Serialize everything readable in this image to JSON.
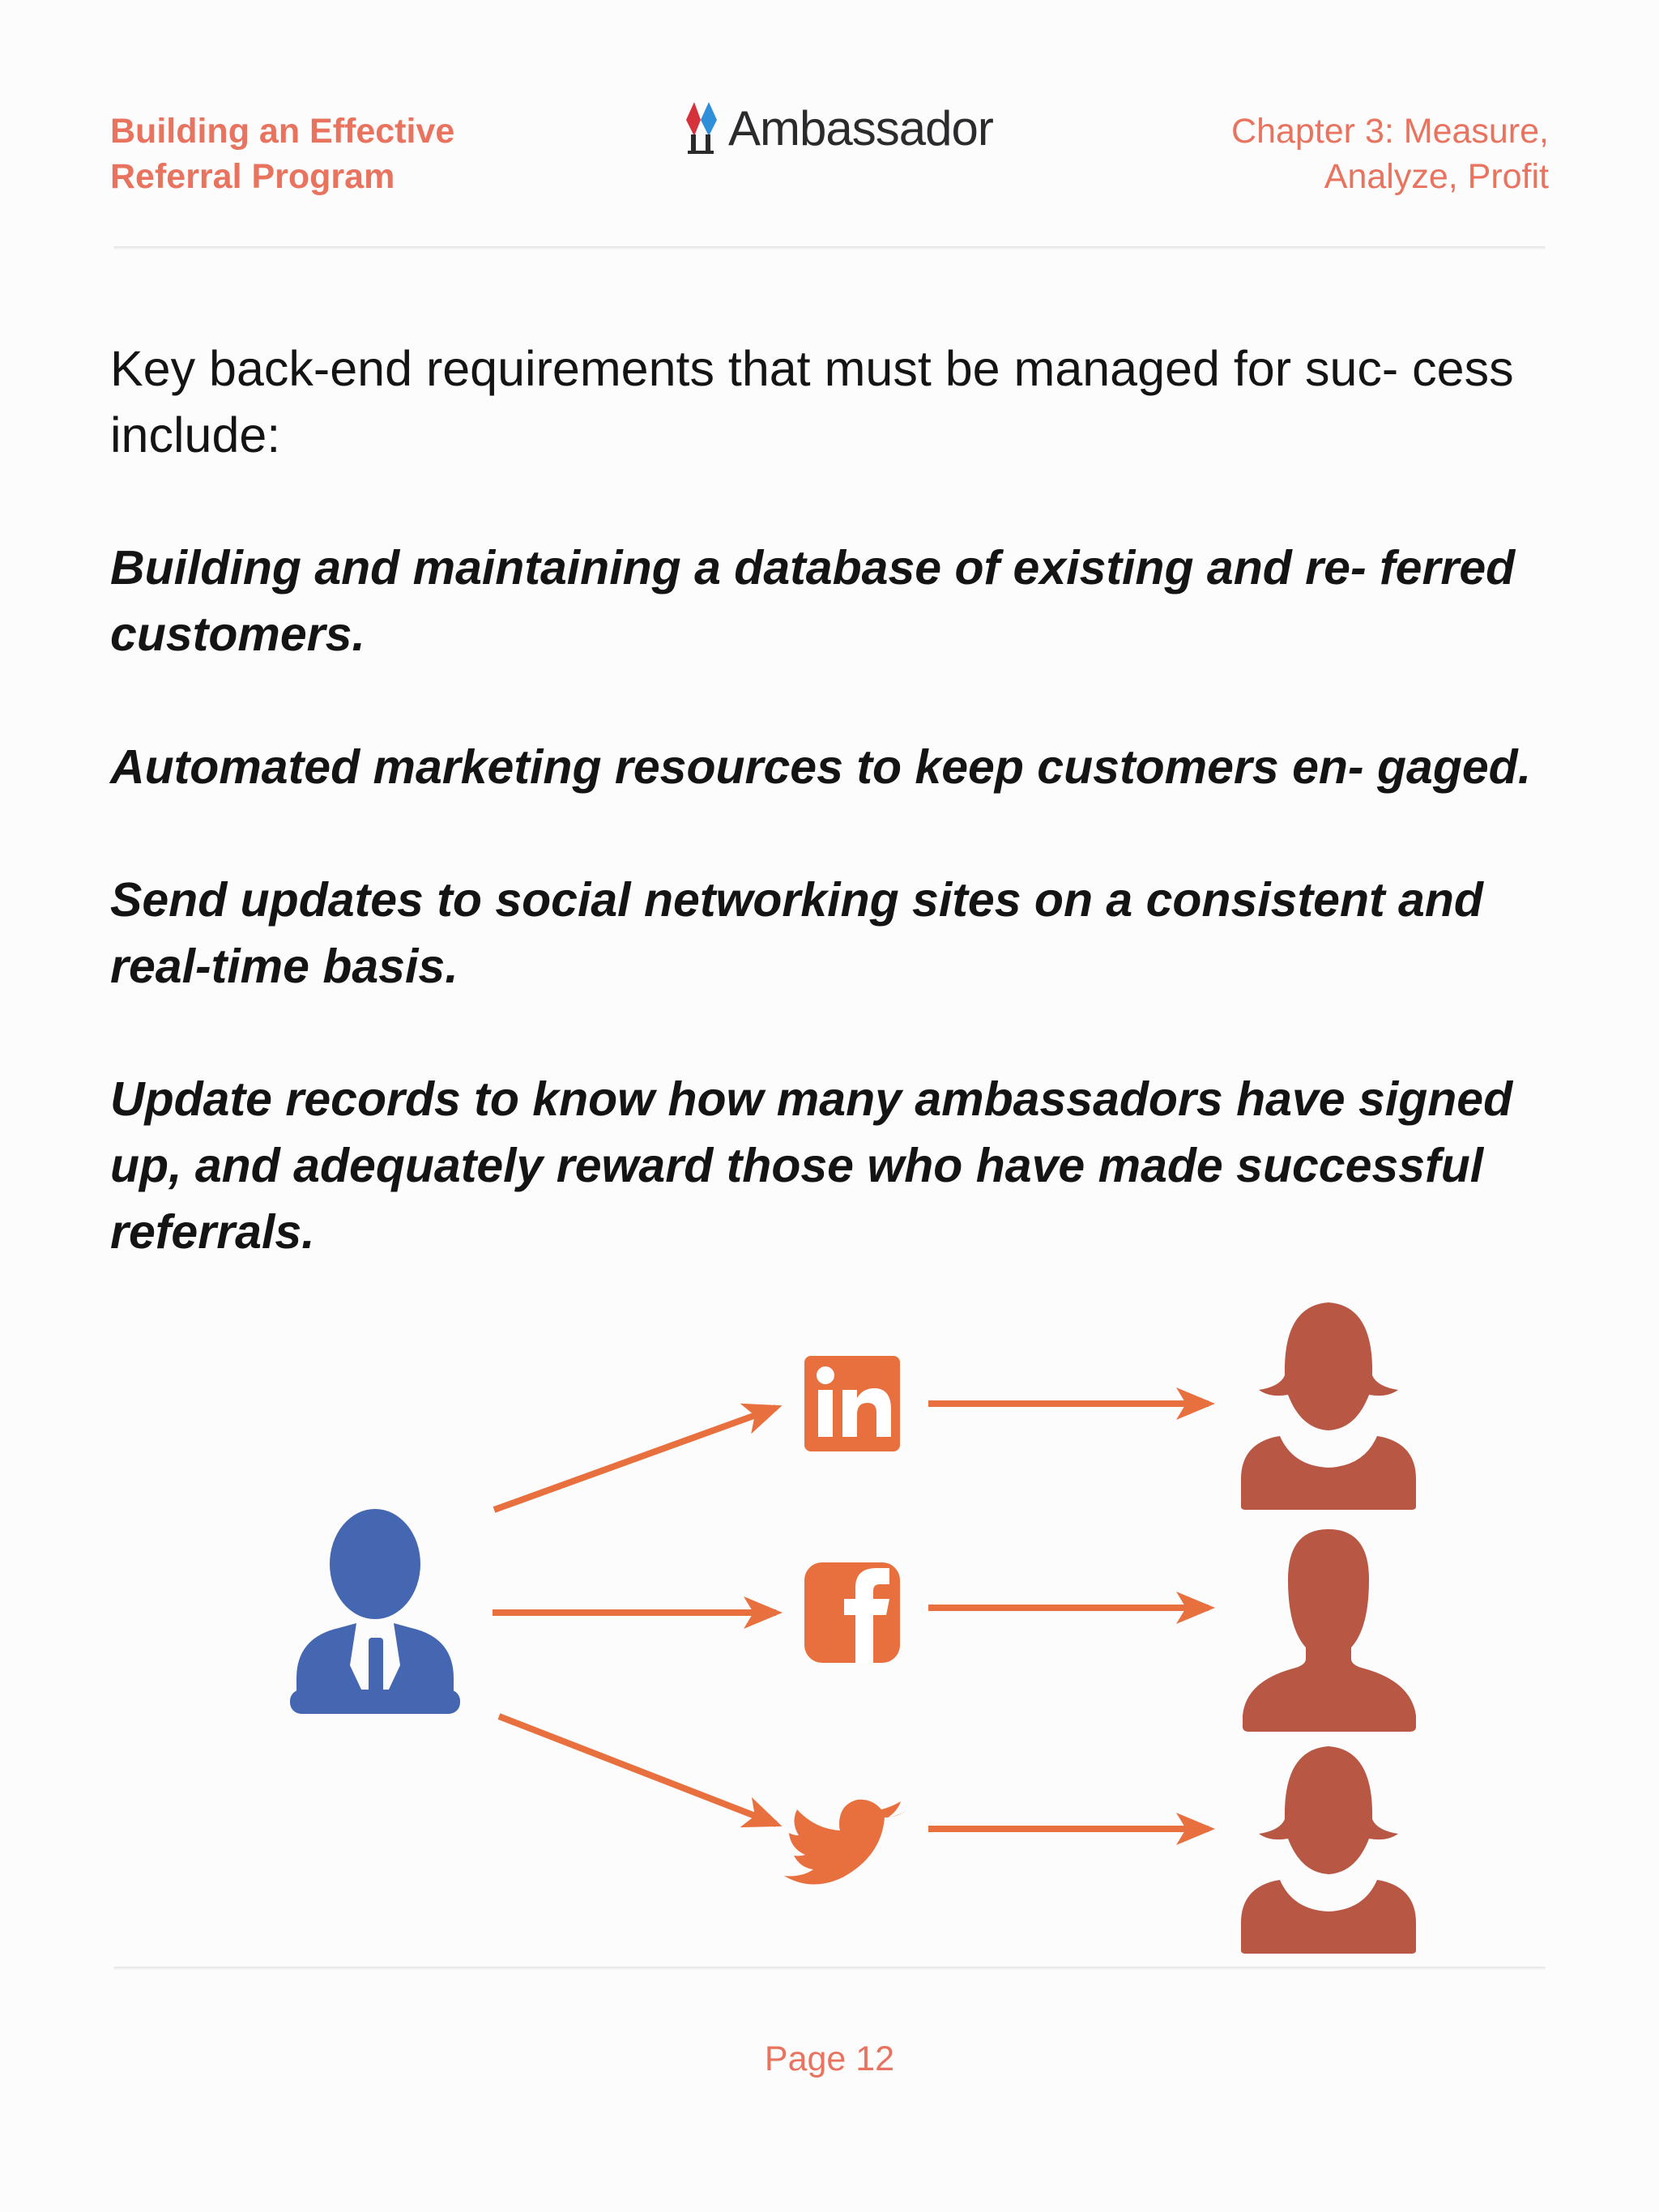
{
  "header": {
    "left_line1": "Building an Effective",
    "left_line2": "Referral Program",
    "brand_name": "Ambassador",
    "right_line1": "Chapter 3: Measure,",
    "right_line2": "Analyze, Profit"
  },
  "body": {
    "intro": "Key back-end requirements that must be managed for suc- cess include:",
    "requirements": [
      "Building and maintaining a database of existing and re- ferred customers.",
      "Automated marketing resources to keep customers en- gaged.",
      "Send updates to social networking sites on a consistent and real-time basis.",
      "Update records to know how many ambassadors have signed up, and adequately reward those who have made successful referrals."
    ]
  },
  "diagram": {
    "icons": {
      "source": "businessman-icon",
      "channels": [
        "linkedin-icon",
        "facebook-icon",
        "twitter-icon"
      ],
      "recipients": [
        "female-user-icon",
        "male-user-icon",
        "female-user-icon"
      ]
    },
    "colors": {
      "source": "#4566b0",
      "arrow": "#e8703f",
      "channel": "#e8703f",
      "recipient": "#b85743"
    }
  },
  "footer": {
    "page_label": "Page 12"
  },
  "colors": {
    "accent": "#e8735f",
    "text": "#141414",
    "background": "#fdfcfd"
  }
}
